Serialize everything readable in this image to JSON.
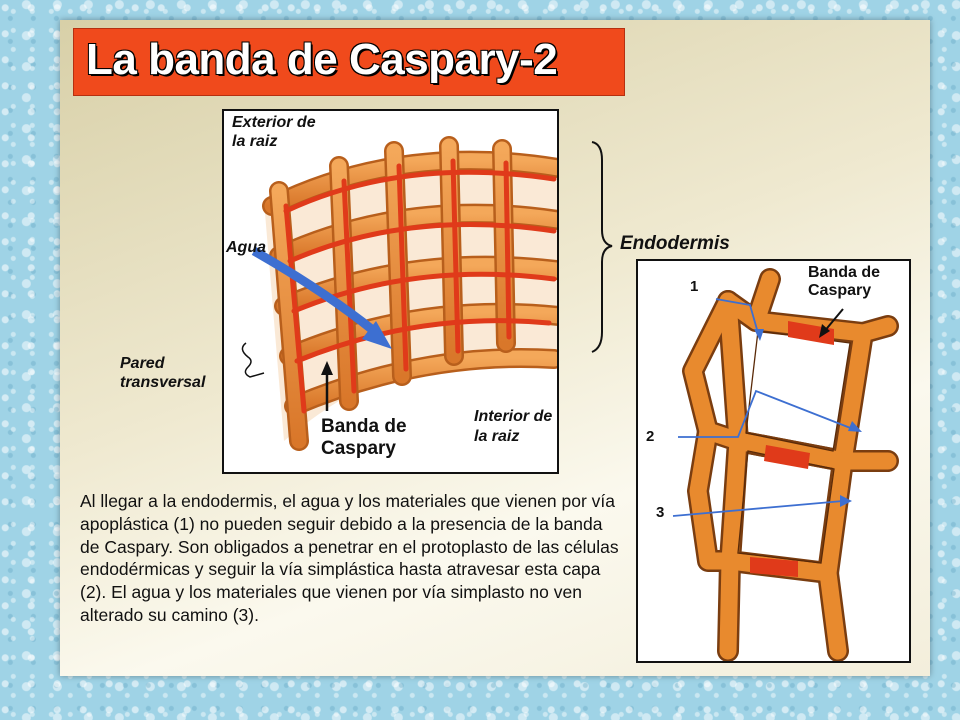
{
  "slide": {
    "title": "La banda de Caspary-2",
    "paragraph": "Al llegar a la endodermis, el agua y los materiales que vienen por vía apoplástica (1) no pueden seguir debido a la presencia de la banda de Caspary. Son obligados a penetrar en el protoplasto de las células endodérmicas y seguir la vía simplástica hasta atravesar esta capa (2). El agua y los materiales que vienen por vía simplasto no ven alterado su camino (3)."
  },
  "diagram_3d": {
    "label_exterior_1": "Exterior de",
    "label_exterior_2": "la raiz",
    "label_agua": "Agua",
    "label_interior_1": "Interior de",
    "label_interior_2": "la raiz",
    "label_banda_1": "Banda de",
    "label_banda_2": "Caspary",
    "label_pared_1": "Pared",
    "label_pared_2": "transversal",
    "label_endodermis": "Endodermis"
  },
  "diagram_cells": {
    "label_banda_1": "Banda de",
    "label_banda_2": "Caspary",
    "path_1": "1",
    "path_2": "2",
    "path_3": "3"
  },
  "colors": {
    "wall": "#e88a2e",
    "band": "#e03a1a",
    "arrow": "#3d6fd1",
    "title_bg": "#f04a1c"
  }
}
